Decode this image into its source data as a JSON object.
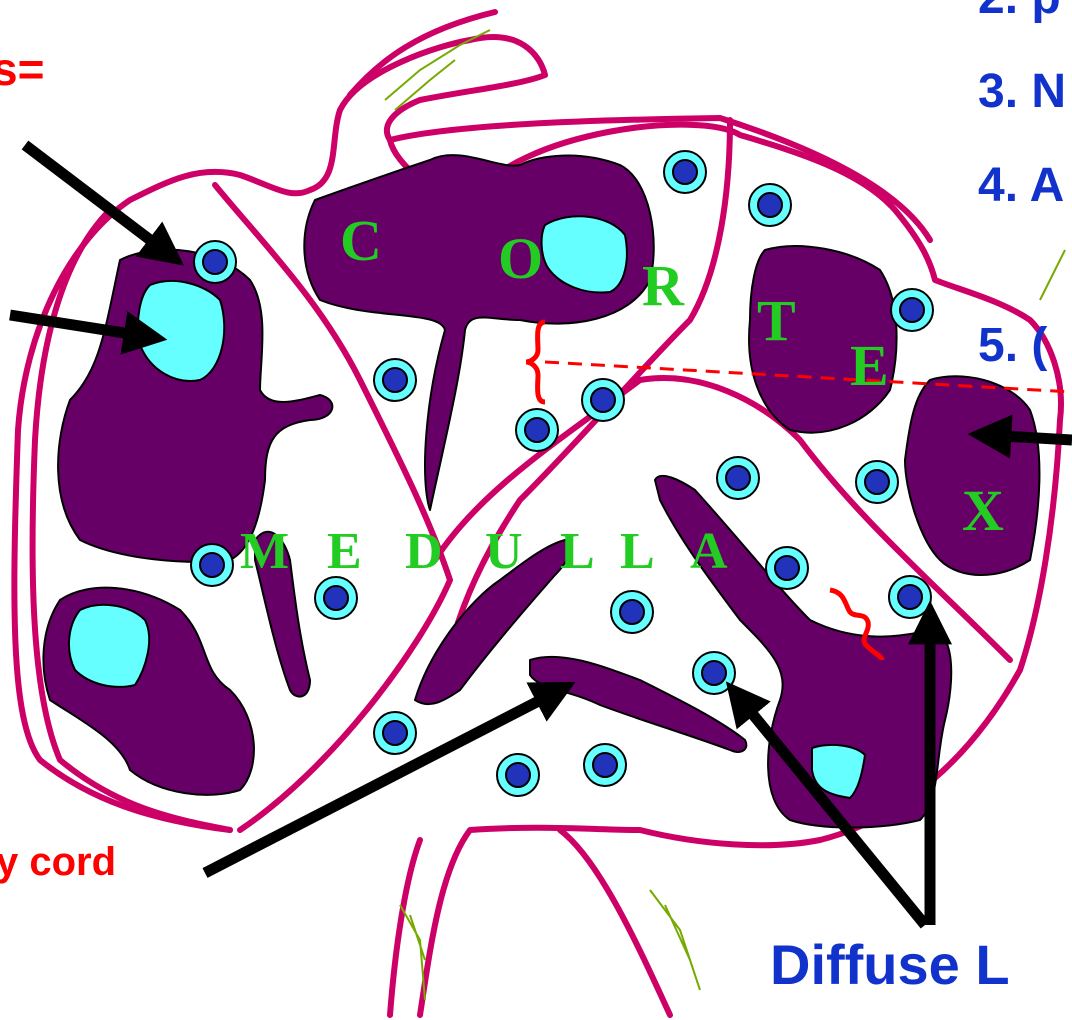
{
  "labels": {
    "fragment_s": "s=",
    "fragment_2": "2. p",
    "fragment_3": "3. N",
    "fragment_4": "4. A",
    "fragment_5": "5. (",
    "cord": "y cord",
    "diffuse": "Diffuse L"
  },
  "cortex_letters": [
    "C",
    "O",
    "R",
    "T",
    "E",
    "X"
  ],
  "medulla_letters": [
    "M",
    "E",
    "D",
    "U",
    "L",
    "L",
    "A"
  ],
  "colors": {
    "capsule": "#cc0066",
    "nodule": "#660066",
    "germinal_center": "#66ffff",
    "lymphocyte_core": "#2233bb",
    "lymphocyte_ring": "#66ffff",
    "zone_text": "#22cc22",
    "arrow": "#000000",
    "bracket": "#ff0000"
  }
}
